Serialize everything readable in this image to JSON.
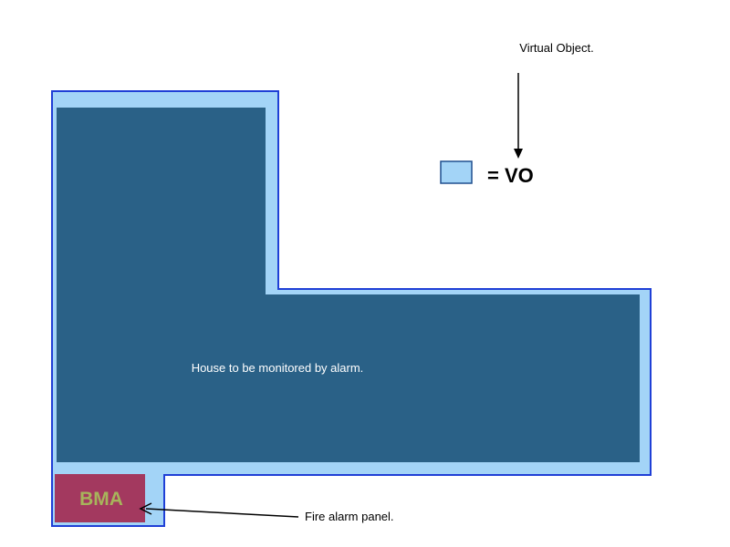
{
  "labels": {
    "virtual_object": "Virtual Object.",
    "legend_text": "= VO",
    "house": "House to be monitored by alarm.",
    "panel_text": "BMA",
    "panel_label": "Fire alarm panel."
  },
  "colors": {
    "vo_fill": "#a3d4f7",
    "vo_stroke": "#1f3fd6",
    "house_fill": "#2a6187",
    "panel_fill": "#a3395f",
    "panel_text": "#a7b45b",
    "text": "#000000",
    "house_text": "#ffffff"
  }
}
